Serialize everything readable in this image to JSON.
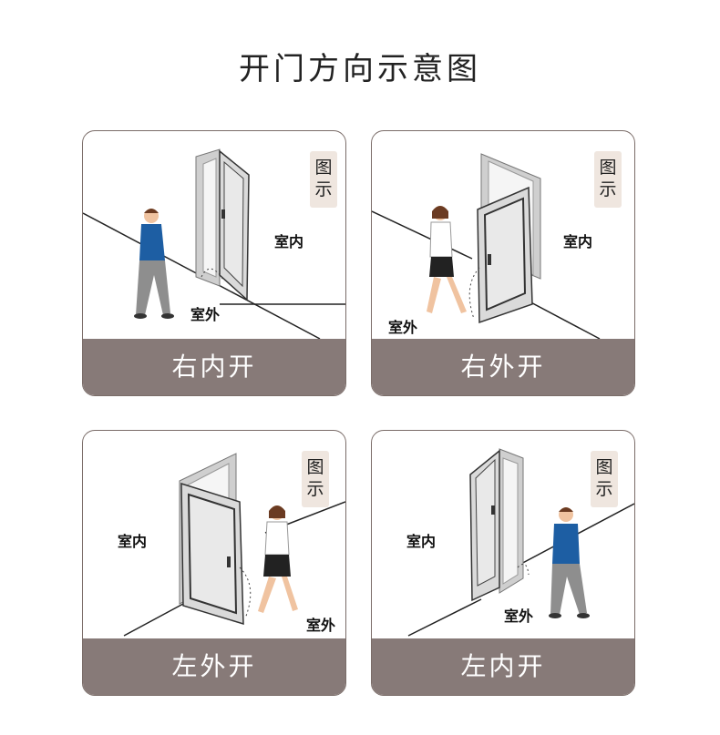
{
  "title": "开门方向示意图",
  "panels": [
    {
      "badge_line1": "图",
      "badge_line2": "示",
      "inside_label": "室内",
      "outside_label": "室外",
      "caption": "右内开"
    },
    {
      "badge_line1": "图",
      "badge_line2": "示",
      "inside_label": "室内",
      "outside_label": "室外",
      "caption": "右外开"
    },
    {
      "badge_line1": "图",
      "badge_line2": "示",
      "inside_label": "室内",
      "outside_label": "室外",
      "caption": "左外开"
    },
    {
      "badge_line1": "图",
      "badge_line2": "示",
      "inside_label": "室内",
      "outside_label": "室外",
      "caption": "左内开"
    }
  ],
  "colors": {
    "footer": "#877a78",
    "badge": "#efe6df",
    "door_frame": "#c9c9c9",
    "door_panel": "#e3e3e3",
    "man_shirt": "#1d5ea3",
    "man_pants": "#8e8e8e",
    "woman_shirt": "#ffffff",
    "woman_skirt": "#222222",
    "skin": "#f0c3a0",
    "hair": "#6b3b22"
  }
}
